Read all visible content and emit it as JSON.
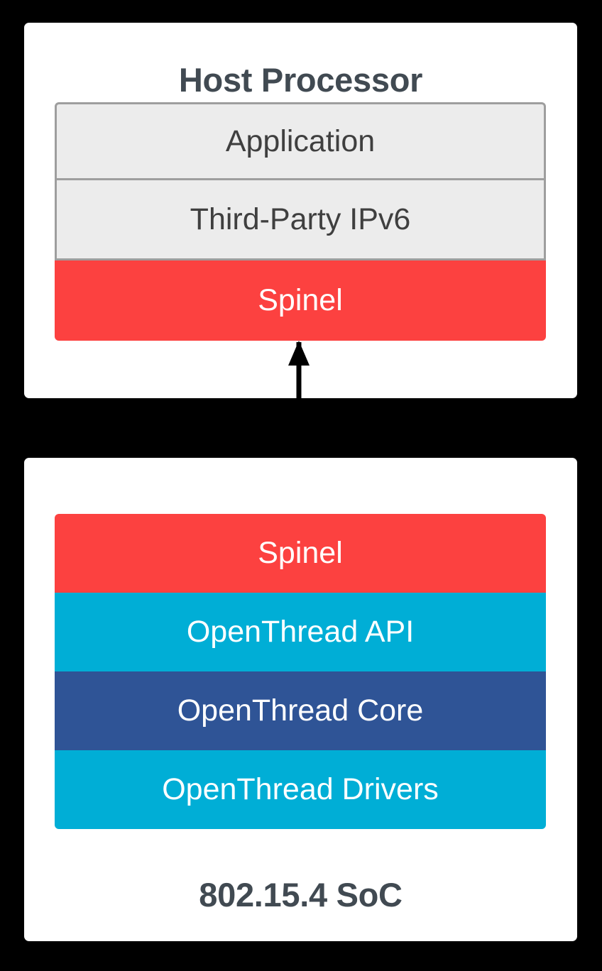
{
  "diagram": {
    "title": "OpenThread NCP / RCP architecture stack",
    "background_color": "#000000",
    "panel_color": "#ffffff",
    "colors": {
      "spinel_red": "#fc4140",
      "openthread_cyan": "#00aed6",
      "openthread_core_blue": "#2f5496",
      "neutral_fill": "#ececec",
      "neutral_border": "#9e9e9e",
      "neutral_text": "#3f3f3f",
      "title_text": "#414a52",
      "arrow": "#000000"
    }
  },
  "host_panel": {
    "title": "Host Processor",
    "layers": [
      {
        "label": "Application",
        "style": "neutral",
        "fill": "#ececec",
        "text_color": "#3f3f3f"
      },
      {
        "label": "Third-Party IPv6",
        "style": "neutral",
        "fill": "#ececec",
        "text_color": "#3f3f3f"
      },
      {
        "label": "Spinel",
        "style": "filled",
        "fill": "#fc4140",
        "text_color": "#ffffff"
      }
    ]
  },
  "soc_panel": {
    "caption": "802.15.4 SoC",
    "layers": [
      {
        "label": "Spinel",
        "style": "filled",
        "fill": "#fc4140",
        "text_color": "#ffffff"
      },
      {
        "label": "OpenThread API",
        "style": "filled",
        "fill": "#00aed6",
        "text_color": "#ffffff"
      },
      {
        "label": "OpenThread Core",
        "style": "filled",
        "fill": "#2f5496",
        "text_color": "#ffffff"
      },
      {
        "label": "OpenThread Drivers",
        "style": "filled",
        "fill": "#00aed6",
        "text_color": "#ffffff"
      }
    ]
  },
  "connector": {
    "name": "spinel-bidirectional-link",
    "direction": "bidirectional",
    "from": "Spinel (Host Processor)",
    "to": "Spinel (802.15.4 SoC)",
    "color": "#000000"
  }
}
